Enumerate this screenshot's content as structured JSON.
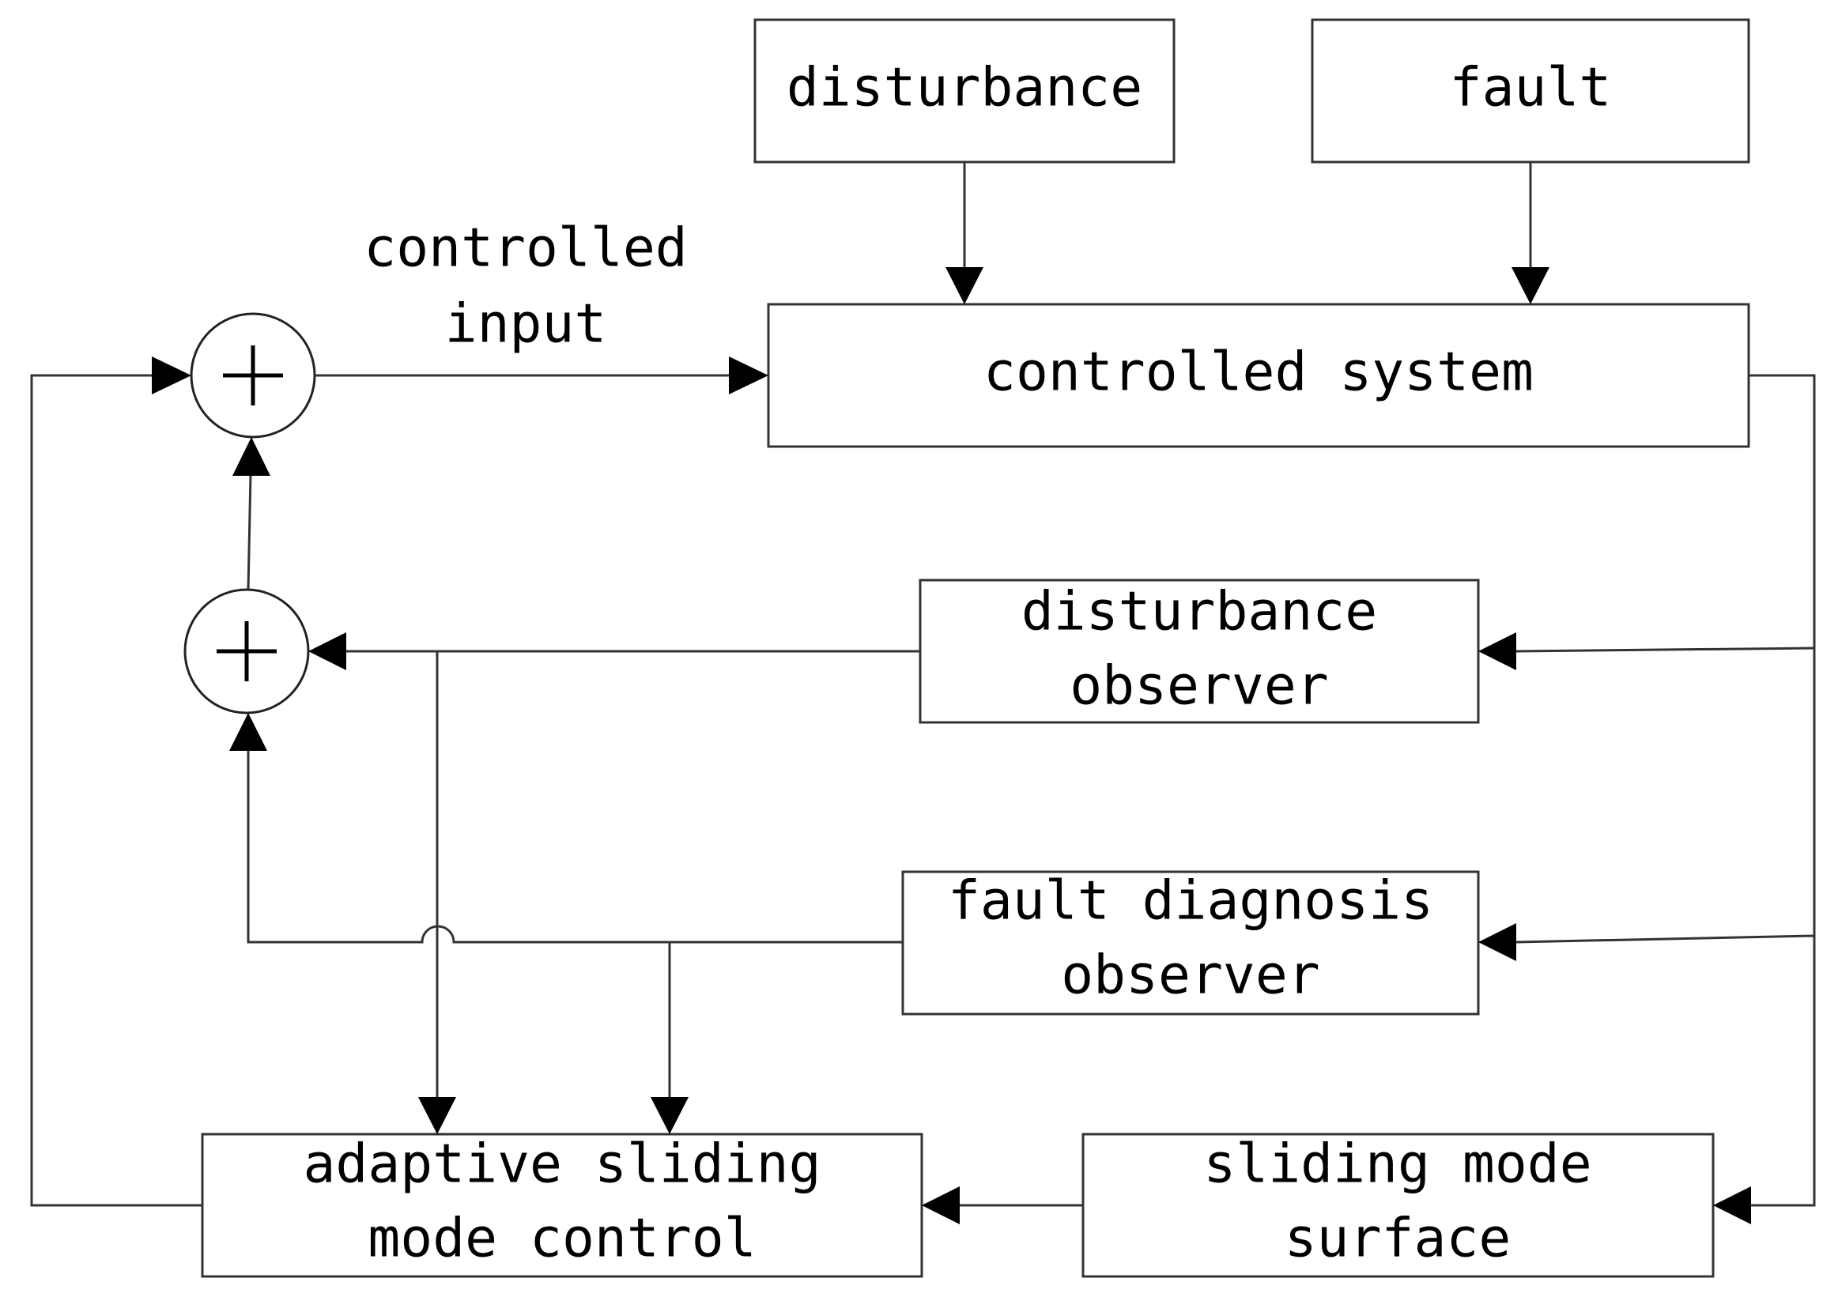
{
  "diagram": {
    "disturbance": "disturbance",
    "fault": "fault",
    "controlled_input_line1": "controlled",
    "controlled_input_line2": "input",
    "controlled_system": "controlled system",
    "disturbance_observer_line1": "disturbance",
    "disturbance_observer_line2": "observer",
    "fault_diagnosis_observer_line1": "fault diagnosis",
    "fault_diagnosis_observer_line2": "observer",
    "adaptive_smc_line1": "adaptive sliding",
    "adaptive_smc_line2": "mode control",
    "sliding_surface_line1": "sliding mode",
    "sliding_surface_line2": "surface"
  }
}
